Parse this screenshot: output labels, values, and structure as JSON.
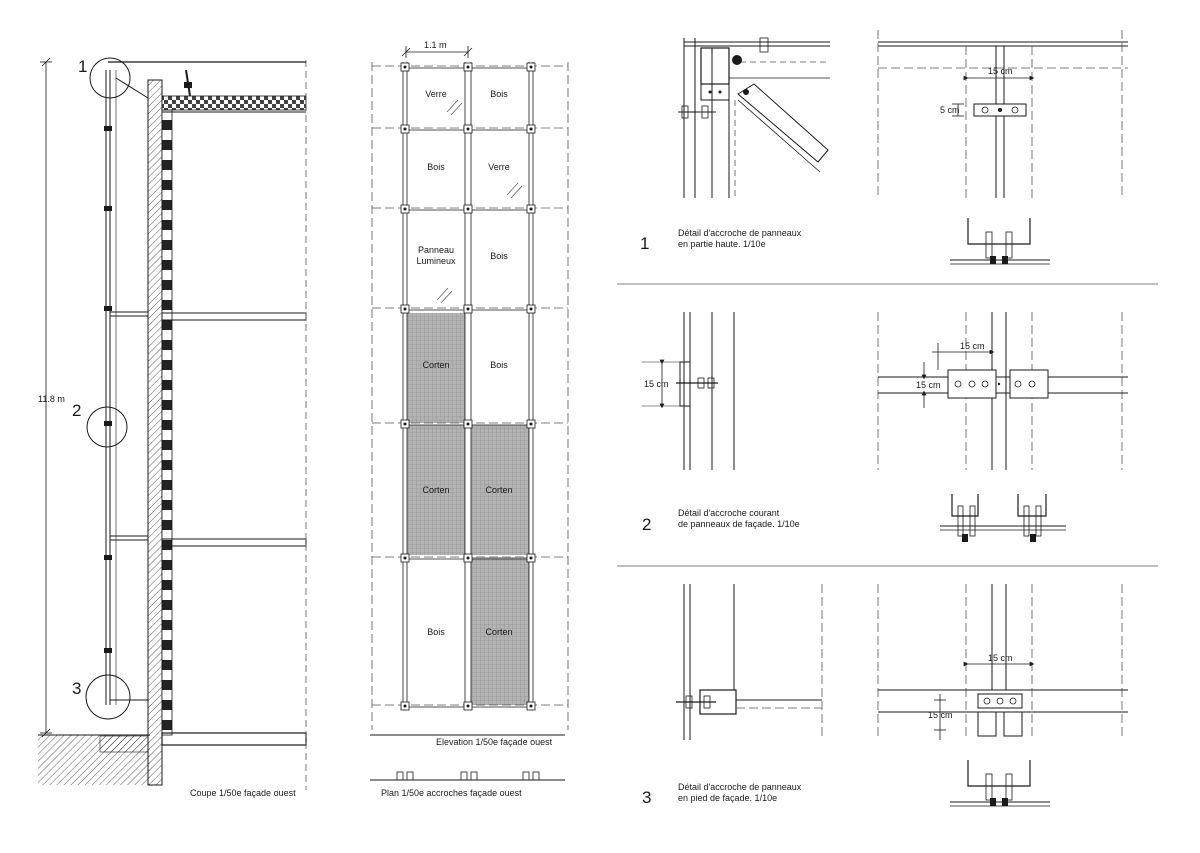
{
  "section": {
    "height_label": "11.8 m",
    "markers": [
      "1",
      "2",
      "3"
    ],
    "caption": "Coupe 1/50e façade ouest"
  },
  "elevation": {
    "width_label": "1.1 m",
    "panels_left": [
      "Verre",
      "Bois",
      "Panneau\nLumineux",
      "Corten",
      "Corten",
      "Bois"
    ],
    "panels_right": [
      "Bois",
      "Verre",
      "Bois",
      "Bois",
      "Corten",
      "Corten"
    ],
    "caption": "Elevation 1/50e façade ouest",
    "plan_caption": "Plan 1/50e accroches façade ouest"
  },
  "details": [
    {
      "number": "1",
      "caption_line1": "Détail d'accroche de panneaux",
      "caption_line2": "en partie haute. 1/10e",
      "dim_h": "15 cm",
      "dim_v": "5 cm"
    },
    {
      "number": "2",
      "caption_line1": "Détail d'accroche courant",
      "caption_line2": "de panneaux de façade. 1/10e",
      "dim_left": "15 cm",
      "dim_h": "15 cm",
      "dim_v": "15 cm"
    },
    {
      "number": "3",
      "caption_line1": "Détail d'accroche de panneaux",
      "caption_line2": "en pied de façade. 1/10e",
      "dim_h": "15 cm",
      "dim_v": "15 cm"
    }
  ],
  "colors": {
    "line": "#1a1a1a",
    "corten_fill": "#a9a9a9",
    "masonry": "#555555"
  }
}
